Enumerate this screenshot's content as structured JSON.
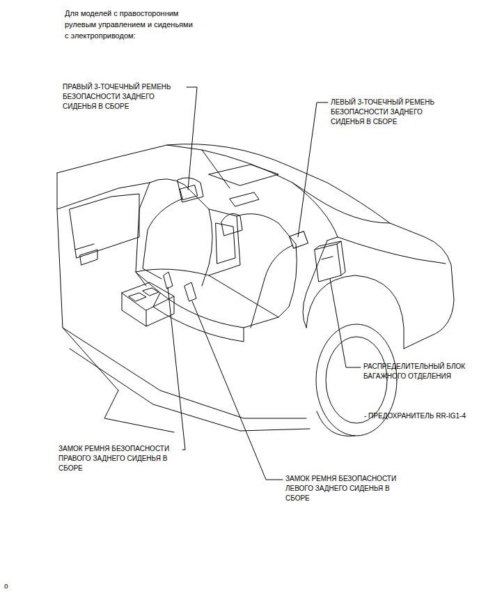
{
  "diagram": {
    "title": "Для моделей с правосторонним рулевым управлением и сиденьями с электроприводом:",
    "labels": [
      "ПРАВЫЙ 3-ТОЧЕЧНЫЙ РЕМЕНЬ БЕЗОПАСНОСТИ ЗАДНЕГО СИДЕНЬЯ В СБОРЕ",
      "ЛЕВЫЙ 3-ТОЧЕЧНЫЙ РЕМЕНЬ БЕЗОПАСНОСТИ ЗАДНЕГО СИДЕНЬЯ В СБОРЕ",
      "РАСПРЕДЕЛИТЕЛЬНЫЙ БЛОК БАГАЖНОГО ОТДЕЛЕНИЯ",
      "- ПРЕДОХРАНИТЕЛЬ RR-IG1-4",
      "ЗАМОК РЕМНЯ БЕЗОПАСНОСТИ ПРАВОГО ЗАДНЕГО СИДЕНЬЯ В СБОРЕ",
      "ЗАМОК РЕМНЯ БЕЗОПАСНОСТИ ЛЕВОГО ЗАДНЕГО СИДЕНЬЯ В СБОРЕ",
      "o"
    ]
  }
}
